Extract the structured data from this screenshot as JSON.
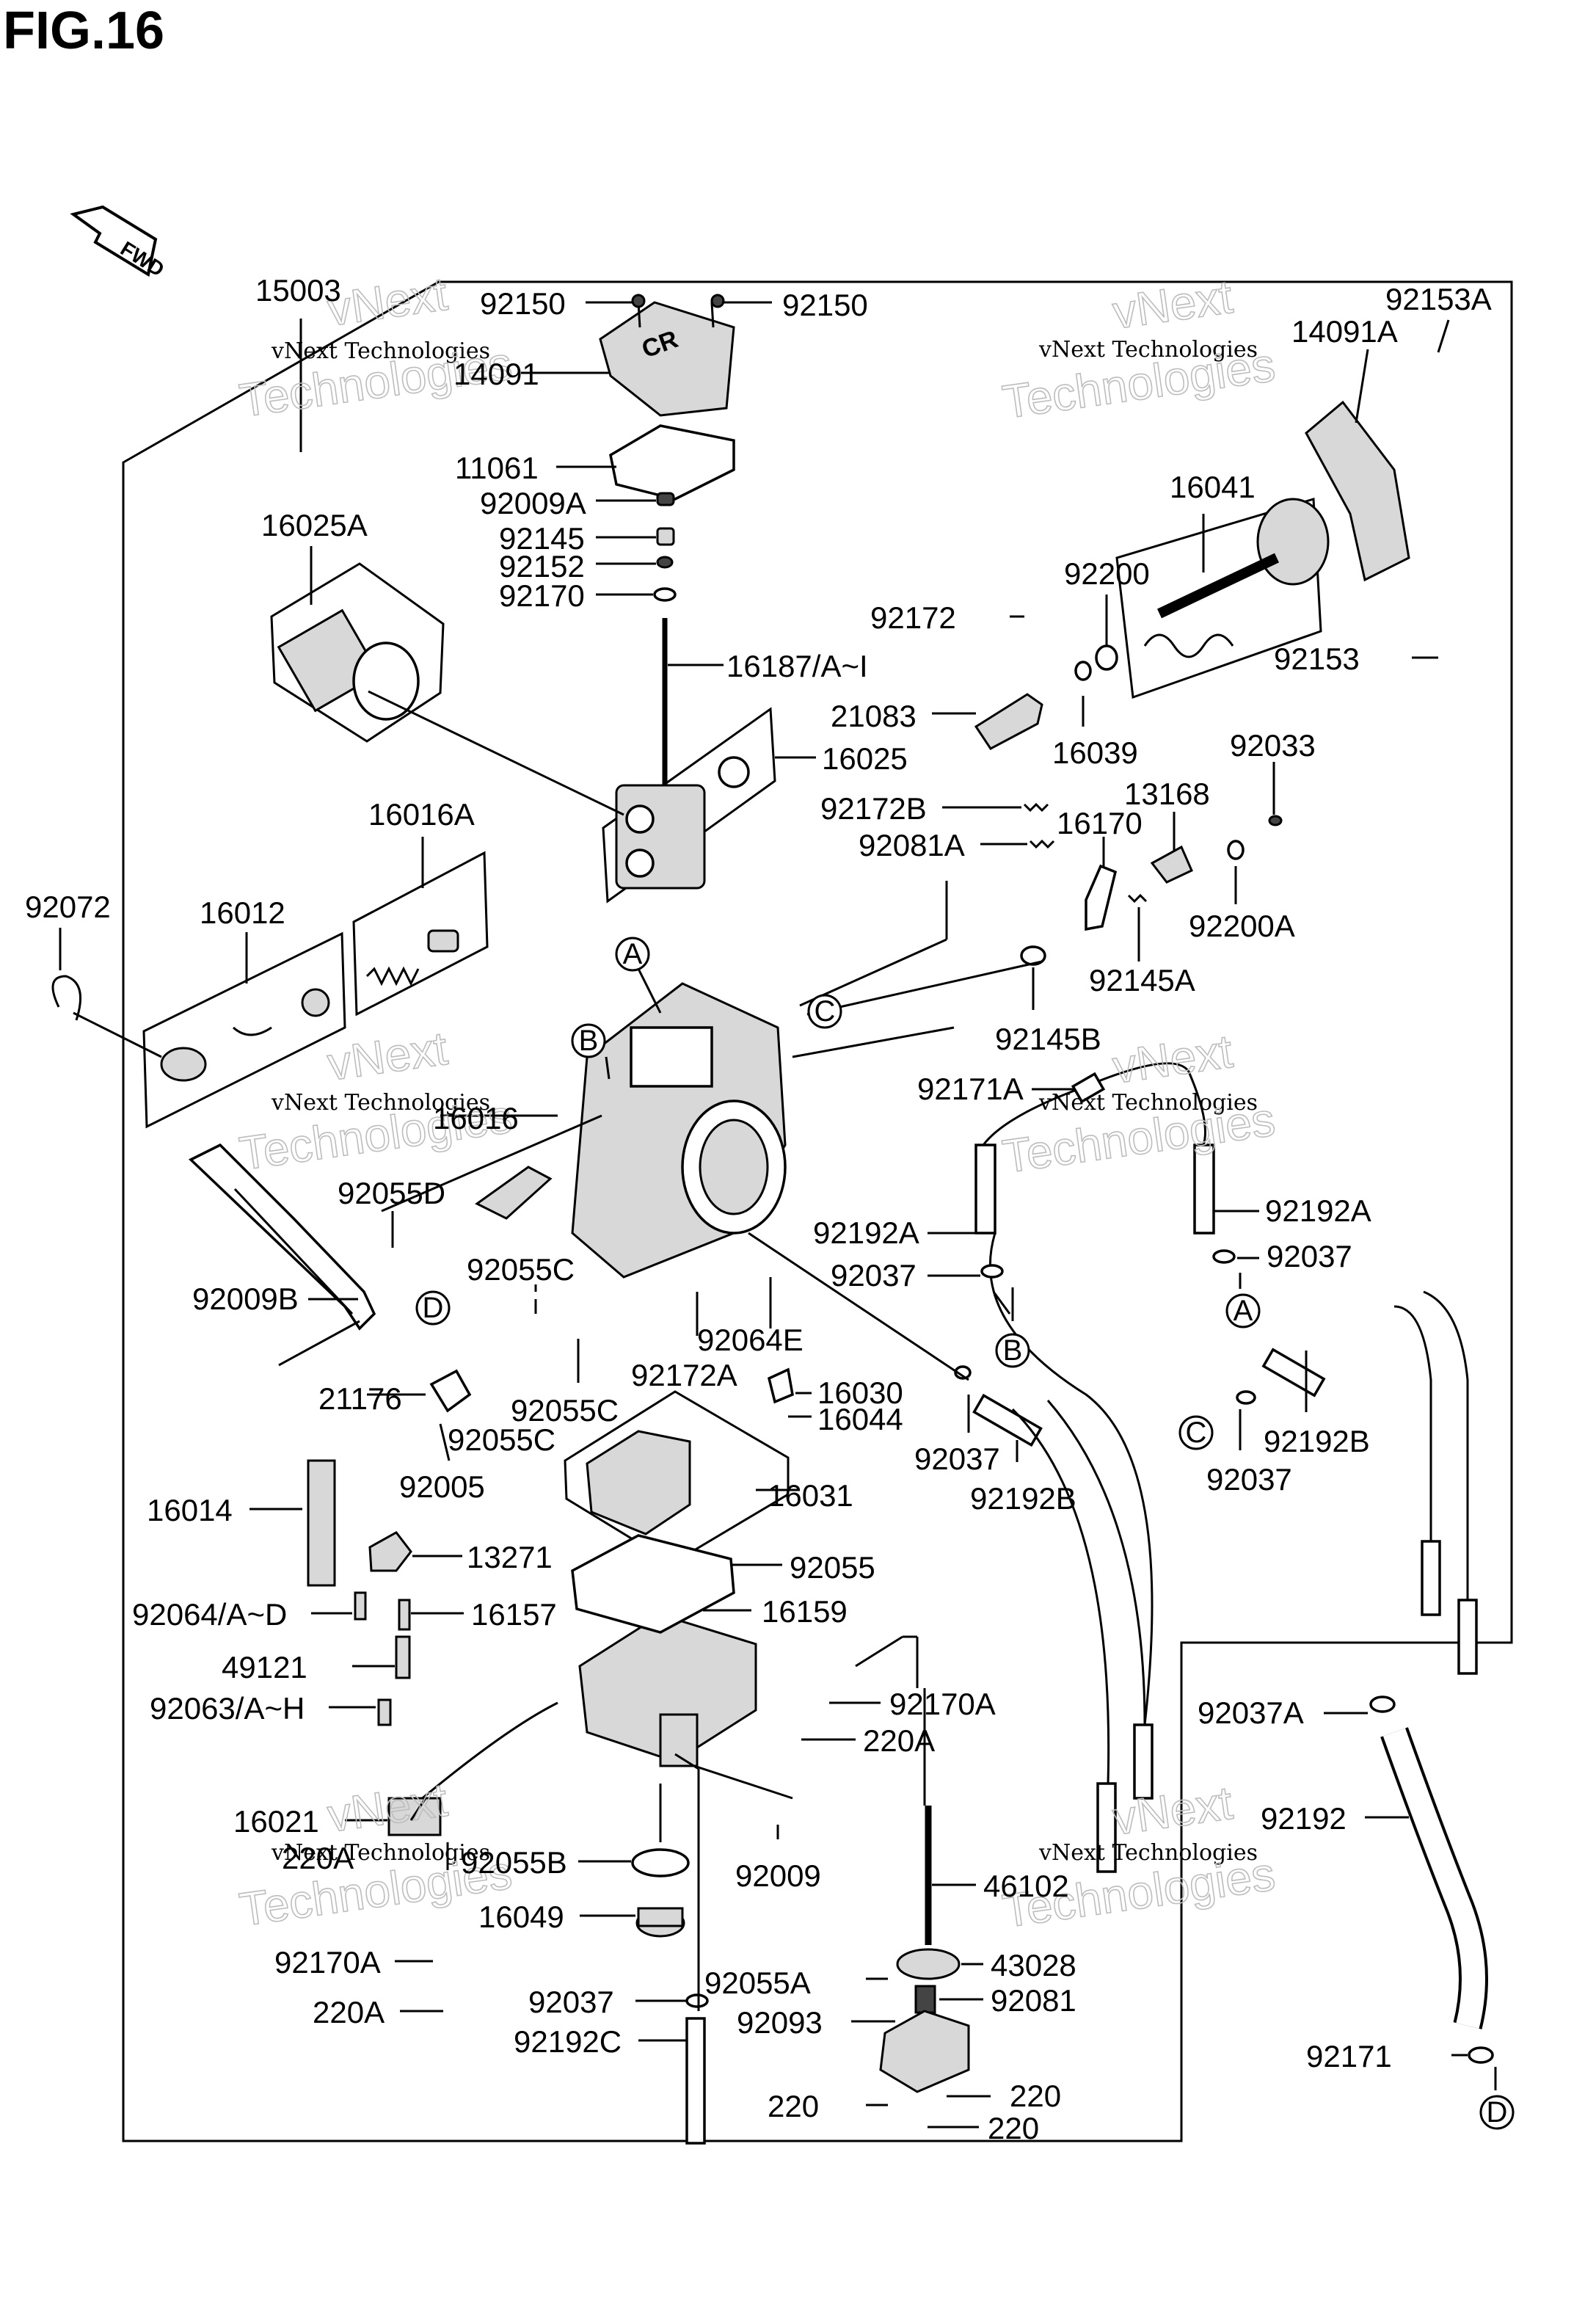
{
  "figure": {
    "title": "FIG.16",
    "forward_mark": "FWD"
  },
  "watermark": {
    "line1": "vNext Technologies",
    "line2": "Technologies",
    "line3": "vNext"
  },
  "callouts": [
    "A",
    "B",
    "C",
    "D"
  ],
  "part_labels": {
    "p15003": "15003",
    "p92150a": "92150",
    "p92150b": "92150",
    "p14091": "14091",
    "p11061": "11061",
    "p92009A": "92009A",
    "p92145": "92145",
    "p92152": "92152",
    "p92170": "92170",
    "p16187": "16187/A~I",
    "p16025A": "16025A",
    "p16025": "16025",
    "p16016A": "16016A",
    "p16012": "16012",
    "p92072": "92072",
    "p16016": "16016",
    "p92055D": "92055D",
    "p92009B": "92009B",
    "p21176": "21176",
    "p92055C1": "92055C",
    "p92055C2": "92055C",
    "p92055C3": "92055C",
    "p92005": "92005",
    "p92172A": "92172A",
    "p92064E": "92064E",
    "p16030": "16030",
    "p16044": "16044",
    "p16031": "16031",
    "p16014": "16014",
    "p13271": "13271",
    "p92055": "92055",
    "p92064AD": "92064/A~D",
    "p16157": "16157",
    "p16159": "16159",
    "p49121": "49121",
    "p92063AH": "92063/A~H",
    "p92170A1": "92170A",
    "p220A1": "220A",
    "p16021": "16021",
    "p220A2": "220A",
    "p92055B": "92055B",
    "p92009": "92009",
    "p16049": "16049",
    "p92170A2": "92170A",
    "p220A3": "220A",
    "p92037a": "92037",
    "p92192C": "92192C",
    "p92055A": "92055A",
    "p92093": "92093",
    "p46102": "46102",
    "p43028": "43028",
    "p92081": "92081",
    "p220a": "220",
    "p220b": "220",
    "p220c": "220",
    "p92153A": "92153A",
    "p14091A": "14091A",
    "p16041": "16041",
    "p92200": "92200",
    "p92153": "92153",
    "p92172": "92172",
    "p21083": "21083",
    "p16039": "16039",
    "p92033": "92033",
    "p92172B": "92172B",
    "p13168": "13168",
    "p92081A": "92081A",
    "p16170": "16170",
    "p92200A": "92200A",
    "p92145A": "92145A",
    "p92145B": "92145B",
    "p92171A": "92171A",
    "p92192A1": "92192A",
    "p92192A2": "92192A",
    "p92037b": "92037",
    "p92037c": "92037",
    "p92037d": "92037",
    "p92037e": "92037",
    "p92192B1": "92192B",
    "p92192B2": "92192B",
    "p92037A": "92037A",
    "p92192": "92192",
    "p92171": "92171"
  }
}
